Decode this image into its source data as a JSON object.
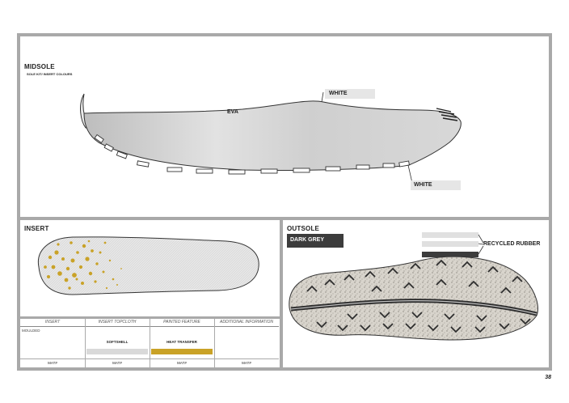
{
  "midsole": {
    "title": "MIDSOLE",
    "subtitle": "SOLE KIT/ INSERT COLOURS",
    "material": "EVA",
    "label_top": "WHITE",
    "label_bottom": "WHITE"
  },
  "insert": {
    "title": "INSERT"
  },
  "outsole": {
    "title": "OUTSOLE",
    "color_label": "DARK GREY",
    "rubber_label": "RECYCLED RUBBER"
  },
  "table": {
    "headers": [
      "INSERT",
      "INSERT TOPCLOTH",
      "PAINTED FEATURE",
      "ADDITIONAL INFORMATION"
    ],
    "insert_value": "MOULDED",
    "topcloth_value": "SOFTSHELL",
    "painted_value": "HEAT TRANSFER",
    "mat_labels": [
      "MAT#",
      "MAT#",
      "MAT#",
      "MAT#"
    ]
  },
  "colors": {
    "frame": "#a9a9a9",
    "dark_grey": "#3c3c3c",
    "gold": "#c9a227",
    "light_grey": "#d9d9d9"
  },
  "page_number": "38"
}
